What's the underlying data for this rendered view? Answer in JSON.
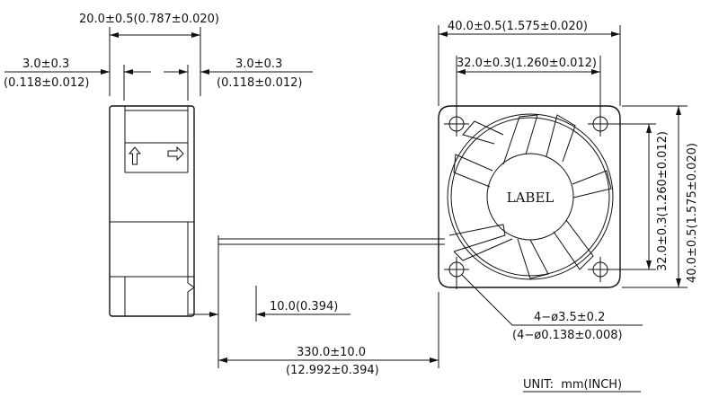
{
  "side_view": {
    "width_dim": "20.0±0.5(0.787±0.020)",
    "left_dim_mm": "3.0±0.3",
    "left_dim_inch": "(0.118±0.012)",
    "right_dim_mm": "3.0±0.3",
    "right_dim_inch": "(0.118±0.012)"
  },
  "front_view": {
    "outer_width_dim": "40.0±0.5(1.575±0.020)",
    "hole_pitch_dim": "32.0±0.3(1.260±0.012)",
    "hole_pitch_vertical_dim": "32.0±0.3(1.260±0.012)",
    "outer_height_dim": "40.0±0.5(1.575±0.020)",
    "hub_label": "LABEL",
    "hole_dim_mm": "4−ø3.5±0.2",
    "hole_dim_inch": "(4−ø0.138±0.008)"
  },
  "wire": {
    "strip_dim": "10.0(0.394)",
    "length_mm": "330.0±10.0",
    "length_inch": "(12.992±0.394)"
  },
  "unit_note": "UNIT:  mm(INCH)"
}
